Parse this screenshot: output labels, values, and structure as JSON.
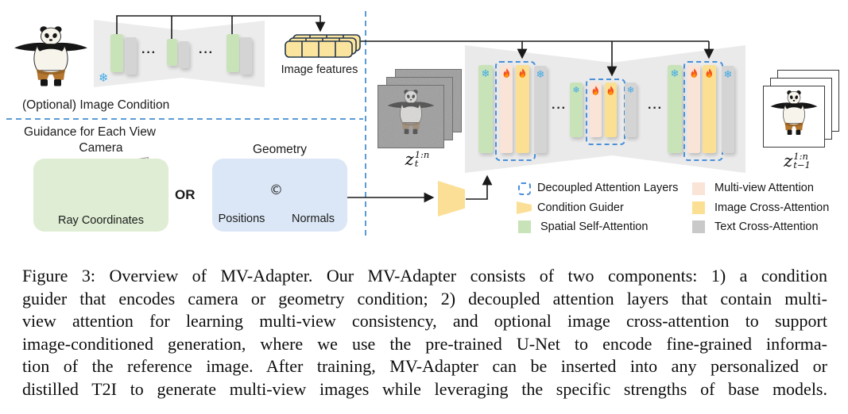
{
  "figure": {
    "panels": {
      "image_condition_label": "(Optional) Image Condition",
      "guidance_label": "Guidance for Each View",
      "image_features_label": "Image features",
      "or_label": "OR",
      "dots": "···",
      "camera": {
        "title": "Camera",
        "caption": "Ray Coordinates"
      },
      "geometry": {
        "title": "Geometry",
        "concat_symbol": "©",
        "positions_label": "Positions",
        "normals_label": "Normals"
      },
      "latent_input": {
        "base": "z",
        "sup": "1:n",
        "sub": "t"
      },
      "latent_output": {
        "base": "z",
        "sup": "1:n",
        "sub": "t−1"
      }
    },
    "icons": {
      "snowflake_char": "❄"
    },
    "legend": {
      "items": [
        {
          "label": "Decoupled Attention Layers",
          "swatch": "dashed-outline",
          "color": "#4a90d9"
        },
        {
          "label": "Condition Guider",
          "swatch": "trapezoid",
          "color": "#fbdf96"
        },
        {
          "label": "Spatial Self-Attention",
          "swatch": "square",
          "color": "#c9e3b9"
        },
        {
          "label": "Multi-view Attention",
          "swatch": "square",
          "color": "#fae3d7"
        },
        {
          "label": "Image Cross-Attention",
          "swatch": "square",
          "color": "#fbe094"
        },
        {
          "label": "Text Cross-Attention",
          "swatch": "square",
          "color": "#c9c9c9"
        }
      ]
    },
    "colors": {
      "divider_blue": "#5b9bd5",
      "decoupled_dashed_blue": "#4a90d9",
      "unet_body_gray": "#eaeaea",
      "camera_box_green": "#deedd3",
      "geometry_box_blue": "#dbe7f6",
      "condition_guider_yellow": "#fbdf96",
      "frozen_snowflake_blue": "#3fa9e8",
      "flame_orange": "#f4511e",
      "image_feature_token_yellow": "#fbe49e"
    }
  },
  "caption": {
    "lines": [
      "Figure 3: Overview of MV-Adapter. Our MV-Adapter consists of two components: 1) a condition",
      "guider that encodes camera or geometry condition; 2) decoupled attention layers that contain multi-",
      "view attention for learning multi-view consistency, and optional image cross-attention to support",
      "image-conditioned generation, where we use the pre-trained U-Net to encode fine-grained informa-",
      "tion of the reference image. After training, MV-Adapter can be inserted into any personalized or",
      "distilled T2I to generate multi-view images while leveraging the specific strengths of base models."
    ]
  }
}
